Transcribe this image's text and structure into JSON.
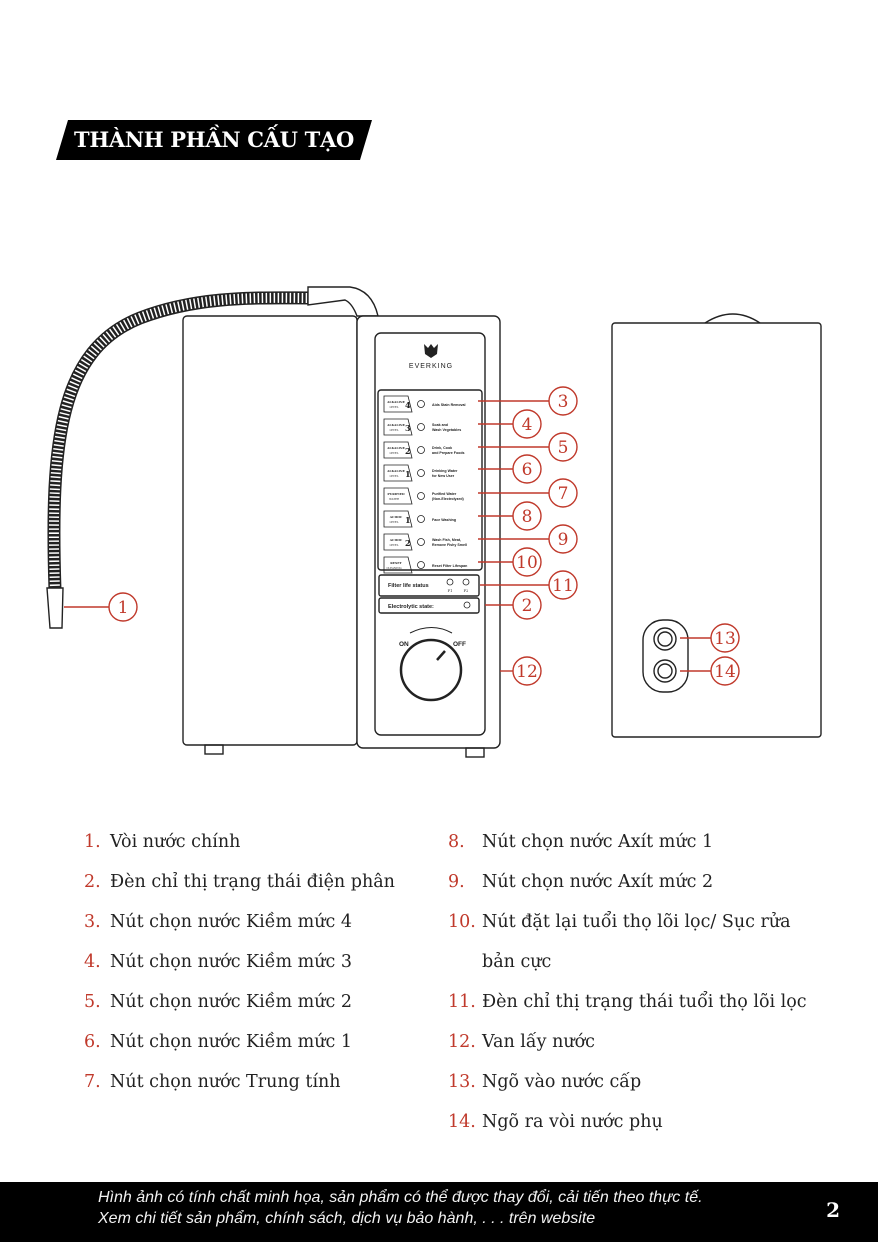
{
  "title": "THÀNH PHẦN CẤU TẠO",
  "brand": "EVERKING",
  "panel": {
    "buttons": [
      {
        "badge": "ALKALINE",
        "level": "LEVEL",
        "num": "4",
        "desc": [
          "Aids Stain Removal"
        ]
      },
      {
        "badge": "ALKALINE",
        "level": "LEVEL",
        "num": "3",
        "desc": [
          "Soak and",
          "Wash Vegetables"
        ]
      },
      {
        "badge": "ALKALINE",
        "level": "LEVEL",
        "num": "2",
        "desc": [
          "Drink, Cook",
          "and Prepare Foods"
        ]
      },
      {
        "badge": "ALKALINE",
        "level": "LEVEL",
        "num": "1",
        "desc": [
          "Drinking Water",
          "for New User"
        ]
      },
      {
        "badge": "PURIFIED",
        "level": "WATER",
        "num": "",
        "desc": [
          "Purified Water",
          "(Non-Electrolyzed)"
        ]
      },
      {
        "badge": "ACIDIC",
        "level": "LEVEL",
        "num": "1",
        "desc": [
          "Face Washing"
        ]
      },
      {
        "badge": "ACIDIC",
        "level": "LEVEL",
        "num": "2",
        "desc": [
          "Wash Fish, Meat,",
          "Remove Fishy Smell"
        ]
      },
      {
        "badge": "RESET",
        "level": "CLEANING",
        "num": "",
        "desc": [
          "Reset Filter Lifespan"
        ]
      }
    ],
    "filter_label": "Filter life status",
    "f1": "F1",
    "f2": "F2",
    "electrolytic_label": "Electrolytic state:",
    "on": "ON",
    "off": "OFF"
  },
  "callouts": [
    "1",
    "2",
    "3",
    "4",
    "5",
    "6",
    "7",
    "8",
    "9",
    "10",
    "11",
    "12",
    "13",
    "14"
  ],
  "legend_left": [
    {
      "n": "1.",
      "t": "Vòi nước chính"
    },
    {
      "n": "2.",
      "t": "Đèn chỉ thị trạng thái điện phân"
    },
    {
      "n": "3.",
      "t": "Nút chọn nước Kiềm mức 4"
    },
    {
      "n": "4.",
      "t": "Nút chọn nước Kiềm mức 3"
    },
    {
      "n": "5.",
      "t": "Nút chọn nước Kiềm mức 2"
    },
    {
      "n": "6.",
      "t": "Nút chọn nước Kiềm mức 1"
    },
    {
      "n": "7.",
      "t": "Nút chọn nước Trung tính"
    }
  ],
  "legend_right": [
    {
      "n": "8.",
      "t": "Nút chọn nước Axít mức 1"
    },
    {
      "n": "9.",
      "t": "Nút chọn nước Axít mức 2"
    },
    {
      "n": "10.",
      "t": "Nút đặt lại tuổi thọ lõi lọc/ Sục rửa"
    },
    {
      "n": "",
      "t": "bản cực"
    },
    {
      "n": "11.",
      "t": "Đèn chỉ thị trạng thái tuổi thọ lõi lọc"
    },
    {
      "n": "12.",
      "t": "Van lấy nước"
    },
    {
      "n": "13.",
      "t": "Ngõ vào nước cấp"
    },
    {
      "n": "14.",
      "t": "Ngõ ra vòi nước phụ"
    }
  ],
  "footer": {
    "line1": "Hình ảnh có tính chất minh họa, sản phẩm có thể được thay đổi, cải tiến theo thực tế.",
    "line2": "Xem chi tiết sản phẩm, chính sách, dịch vụ bảo hành, . . . trên website",
    "page": "2"
  },
  "colors": {
    "accent": "#c0392b",
    "ink": "#222222",
    "bar": "#000000"
  }
}
